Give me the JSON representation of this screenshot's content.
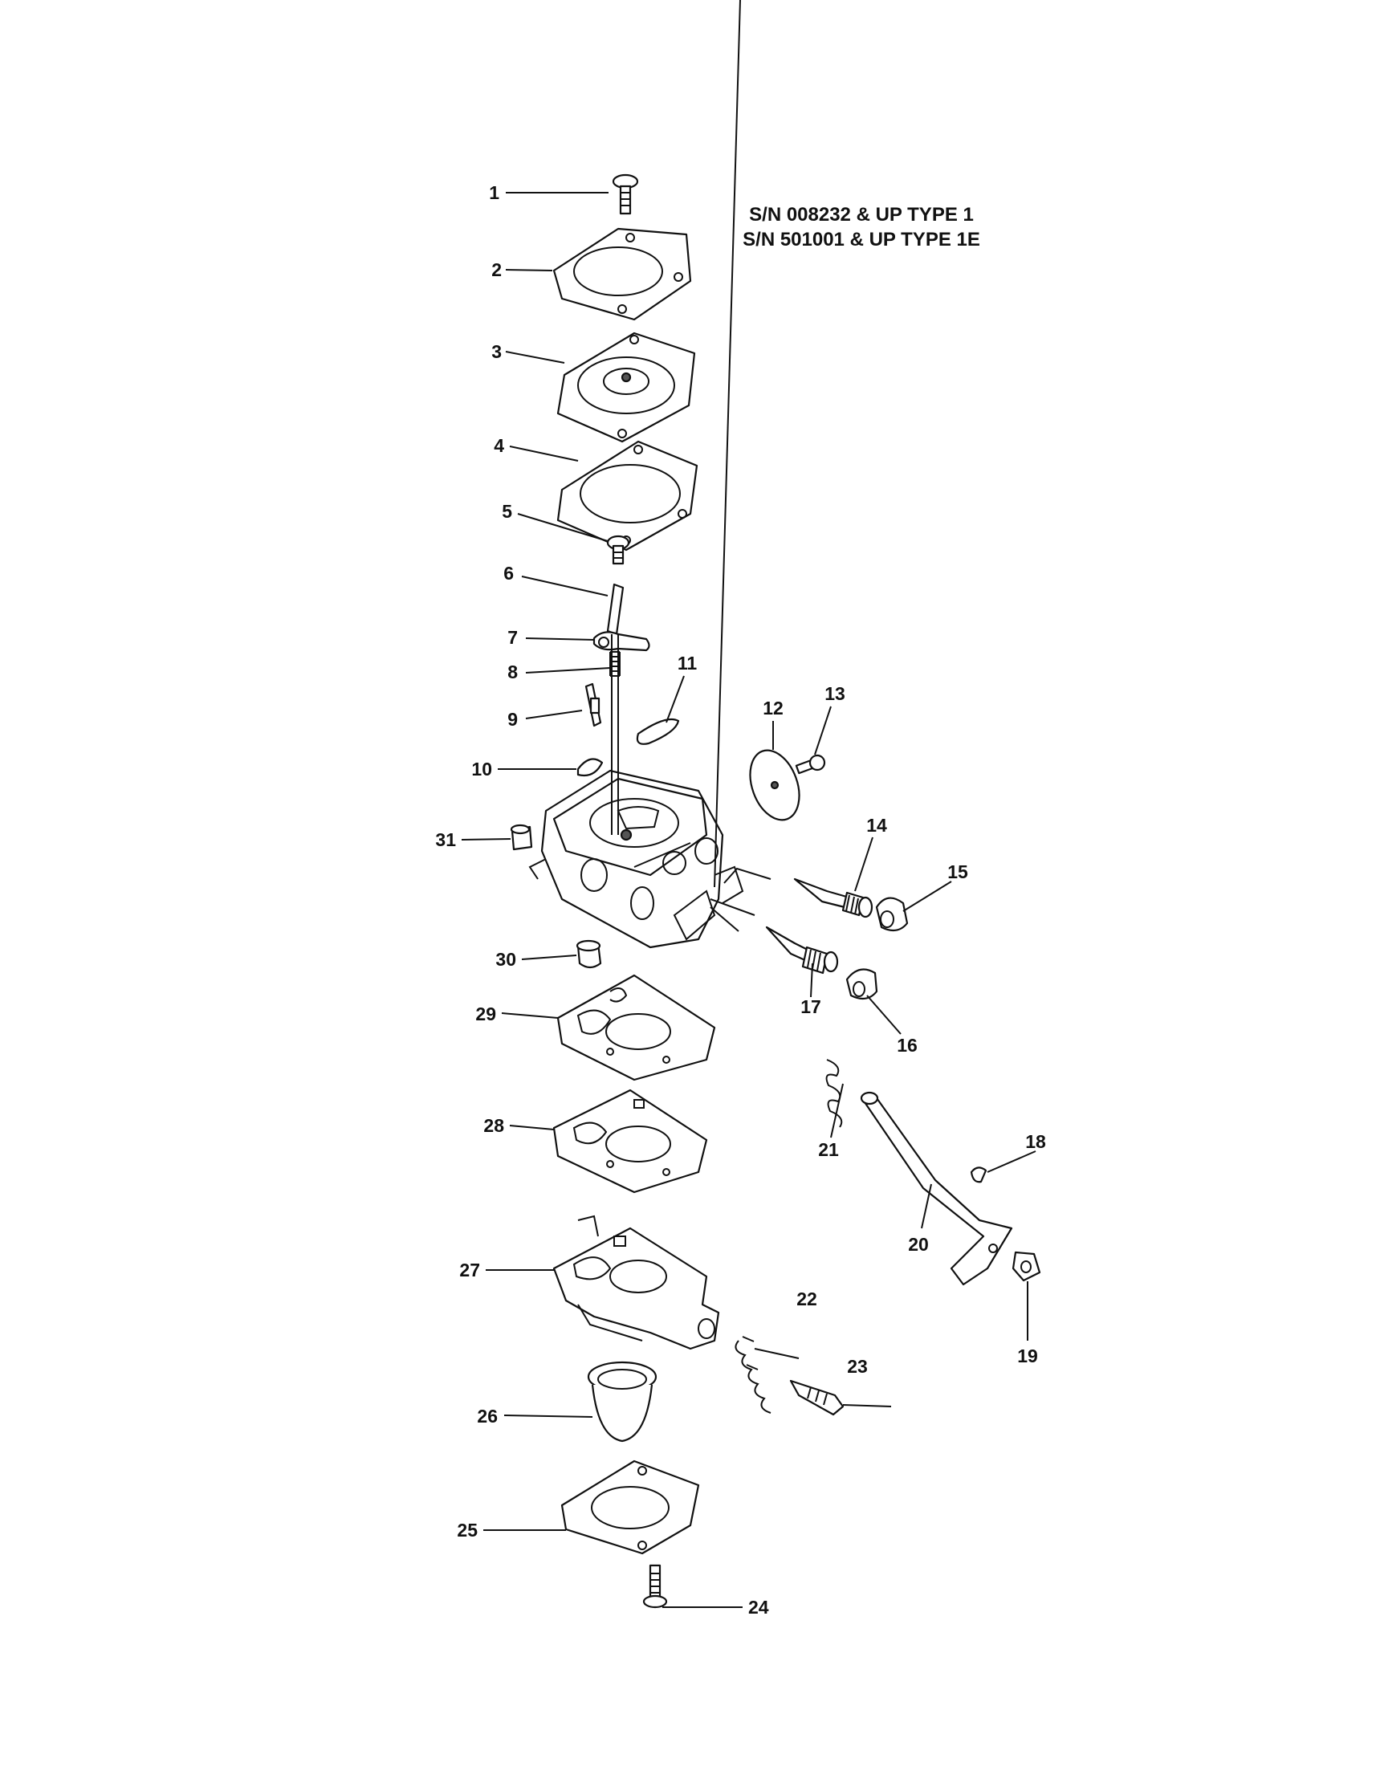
{
  "header": {
    "line1": "S/N 008232 & UP TYPE 1",
    "line2": "S/N 501001 & UP TYPE 1E"
  },
  "callouts": [
    "1",
    "2",
    "3",
    "4",
    "5",
    "6",
    "7",
    "8",
    "9",
    "10",
    "11",
    "12",
    "13",
    "14",
    "15",
    "16",
    "17",
    "18",
    "19",
    "20",
    "21",
    "22",
    "23",
    "24",
    "25",
    "26",
    "27",
    "28",
    "29",
    "30",
    "31"
  ]
}
